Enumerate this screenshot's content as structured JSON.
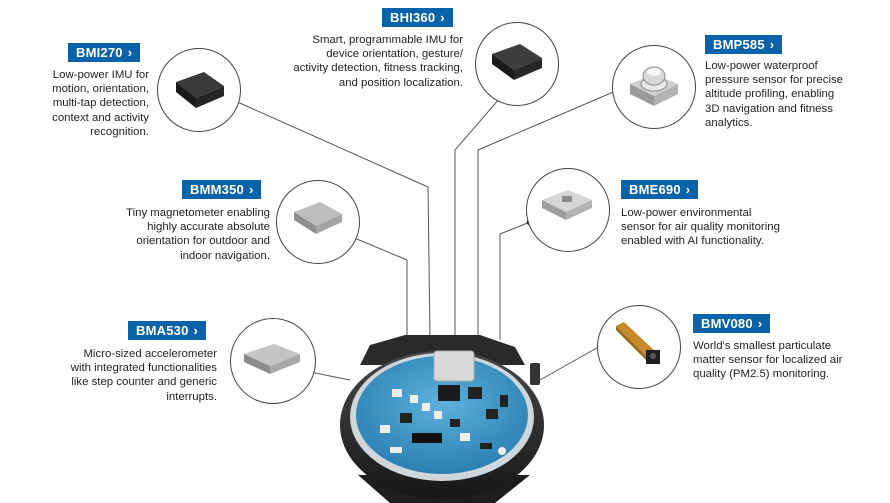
{
  "sensors": [
    {
      "id": "bmi270",
      "name": "BMI270",
      "chevron": "›",
      "lines": [
        "Low-power IMU for",
        "motion, orientation,",
        "multi-tap detection,",
        "context and activity",
        "recognition."
      ]
    },
    {
      "id": "bhi360",
      "name": "BHI360",
      "chevron": "›",
      "lines": [
        "Smart, programmable IMU for",
        "device orientation, gesture/",
        "activity detection, fitness tracking,",
        "and position localization."
      ]
    },
    {
      "id": "bmp585",
      "name": "BMP585",
      "chevron": "›",
      "lines": [
        "Low-power waterproof",
        "pressure sensor for precise",
        "altitude profiling, enabling",
        "3D navigation and fitness",
        "analytics."
      ]
    },
    {
      "id": "bmm350",
      "name": "BMM350",
      "chevron": "›",
      "lines": [
        "Tiny magnetometer enabling",
        "highly accurate absolute",
        "orientation for outdoor and",
        "indoor navigation."
      ]
    },
    {
      "id": "bme690",
      "name": "BME690",
      "chevron": "›",
      "lines": [
        "Low-power environmental",
        "sensor for air quality monitoring",
        "enabled with AI functionality."
      ]
    },
    {
      "id": "bma530",
      "name": "BMA530",
      "chevron": "›",
      "lines": [
        "Micro-sized accelerometer",
        "with integrated functionalities",
        "like step counter and generic",
        "interrupts."
      ]
    },
    {
      "id": "bmv080",
      "name": "BMV080",
      "chevron": "›",
      "lines": [
        "World's smallest particulate",
        "matter sensor for localized air",
        "quality (PM2.5) monitoring."
      ]
    }
  ],
  "colors": {
    "badge": "#0a63a8",
    "pcb": "#3a95c6",
    "case": "#2b2b2b",
    "line": "#555555"
  },
  "icons": [
    "chevron-right-icon"
  ]
}
